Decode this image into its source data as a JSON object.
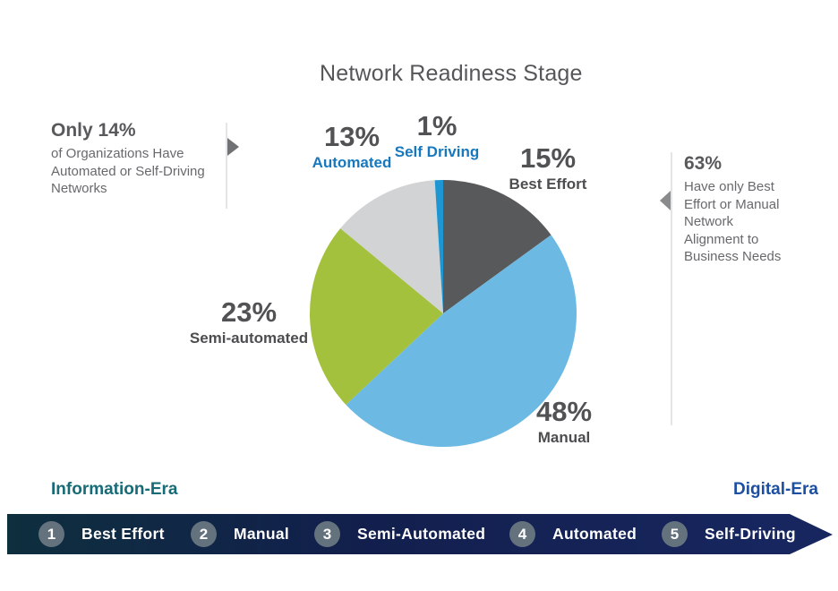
{
  "title": "Network Readiness Stage",
  "chart_data": {
    "type": "pie",
    "title": "Network Readiness Stage",
    "start_angle_deg": 0,
    "direction": "clockwise",
    "center": [
      150,
      150
    ],
    "radius": 149,
    "slices": [
      {
        "label": "Best Effort",
        "value": 15,
        "pct_label": "15%",
        "color": "#58595B"
      },
      {
        "label": "Manual",
        "value": 48,
        "pct_label": "48%",
        "color": "#6CB9E3"
      },
      {
        "label": "Semi-automated",
        "value": 23,
        "pct_label": "23%",
        "color": "#A3C13D"
      },
      {
        "label": "Automated",
        "value": 13,
        "pct_label": "13%",
        "color": "#D1D3D5"
      },
      {
        "label": "Self Driving",
        "value": 1,
        "pct_label": "1%",
        "color": "#1E96D2"
      }
    ]
  },
  "callout_left": {
    "headline": "Only 14%",
    "lines": [
      "of Organizations Have",
      "Automated or Self-Driving",
      "Networks"
    ]
  },
  "callout_right": {
    "headline": "63%",
    "lines": [
      "Have only Best",
      "Effort or Manual",
      "Network",
      "Alignment to",
      "Business Needs"
    ]
  },
  "era_left": "Information-Era",
  "era_right": "Digital-Era",
  "stages": [
    {
      "num": "1",
      "label": "Best Effort"
    },
    {
      "num": "2",
      "label": "Manual"
    },
    {
      "num": "3",
      "label": "Semi-Automated"
    },
    {
      "num": "4",
      "label": "Automated"
    },
    {
      "num": "5",
      "label": "Self-Driving"
    }
  ],
  "colors": {
    "title_text": "#565659",
    "pct_text": "#515254",
    "dark_label_text": "#4D4D4F",
    "blue_label_text": "#1778BE",
    "callout_body_text": "#68696C",
    "era_left_text": "#176B77",
    "era_right_text": "#1C4FA1",
    "bar_gradient_start": "#0E2F3E",
    "bar_gradient_end": "#17265F",
    "stage_circle": "#64727E"
  }
}
